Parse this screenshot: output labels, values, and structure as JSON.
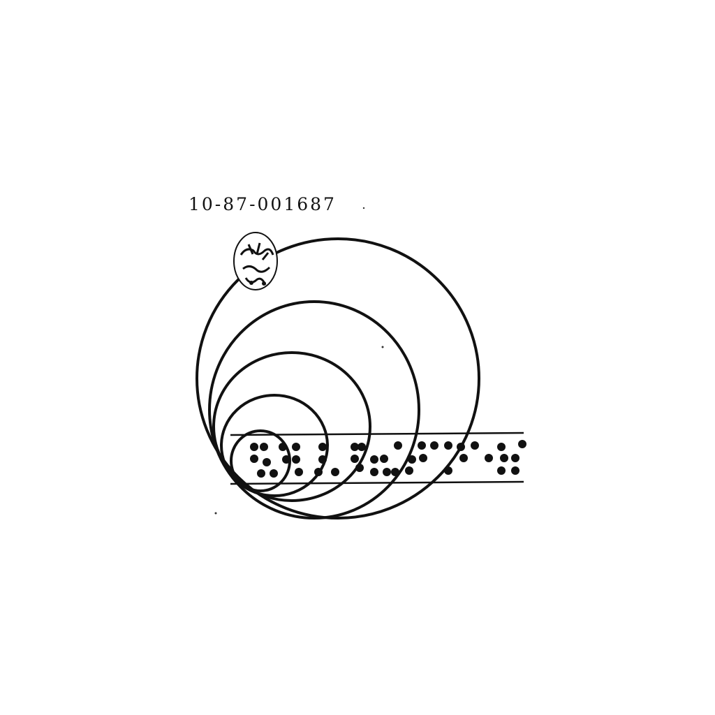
{
  "registration_number": "10-87-001687",
  "colors": {
    "ink": "#111111",
    "background": "#ffffff"
  },
  "mark": {
    "description_icon": "concentric-circles-logo",
    "seal_icon": "round-seal-stamp",
    "braille_strip_icon": "braille-dot-band"
  }
}
